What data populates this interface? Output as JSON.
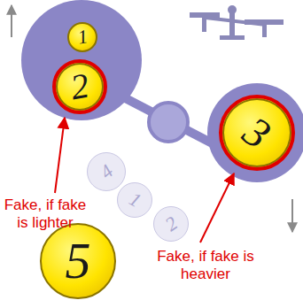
{
  "diagram": {
    "nodes": [
      {
        "text": [
          "1"
        ]
      },
      {
        "text": [
          "2"
        ]
      },
      {
        "text": [
          "3"
        ]
      },
      {
        "text": [
          "4"
        ]
      },
      {
        "text": [
          "1"
        ]
      },
      {
        "text": [
          "2"
        ]
      },
      {
        "text": [
          "5"
        ]
      }
    ],
    "labels": [
      "Fake, if fake is lighter",
      "Fake, if fake is heavier"
    ]
  }
}
